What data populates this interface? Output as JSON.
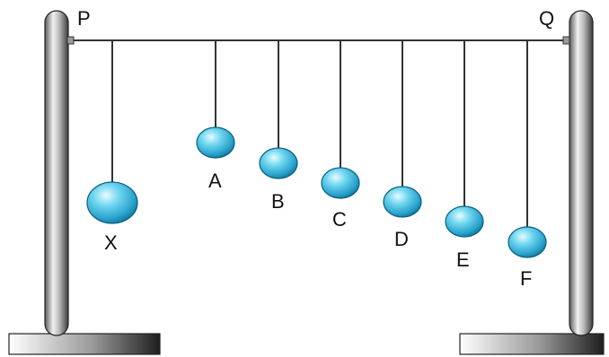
{
  "support_labels": {
    "left": "P",
    "right": "Q"
  },
  "pendulums": [
    {
      "label": "X"
    },
    {
      "label": "A"
    },
    {
      "label": "B"
    },
    {
      "label": "C"
    },
    {
      "label": "D"
    },
    {
      "label": "E"
    },
    {
      "label": "F"
    }
  ],
  "colors": {
    "bob": "#4cc3e6",
    "bob_highlight": "#e8fbff",
    "bob_shadow": "#0c6f94",
    "stand": "#8e8e8e",
    "string": "#333333"
  }
}
